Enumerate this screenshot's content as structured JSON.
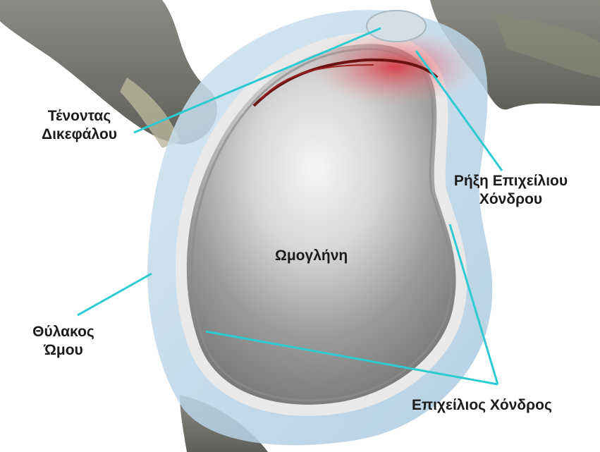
{
  "labels": {
    "biceps_tendon": {
      "line1": "Τένοντας",
      "line2": "Δικεφάλου"
    },
    "labral_tear": {
      "line1": "Ρήξη Επιχείλιου",
      "line2": "Χόνδρου"
    },
    "glenoid": "Ωμογλήνη",
    "capsule": {
      "line1": "Θύλακος",
      "line2": "Ώμου"
    },
    "labrum": "Επιχείλιος Χόνδρος"
  },
  "colors": {
    "leader_line": "#2ccbd2",
    "capsule": "#bcd8ea",
    "bone": "#75766f",
    "tear": "#e0303a",
    "labrum_ring": "#e9e9e9"
  }
}
